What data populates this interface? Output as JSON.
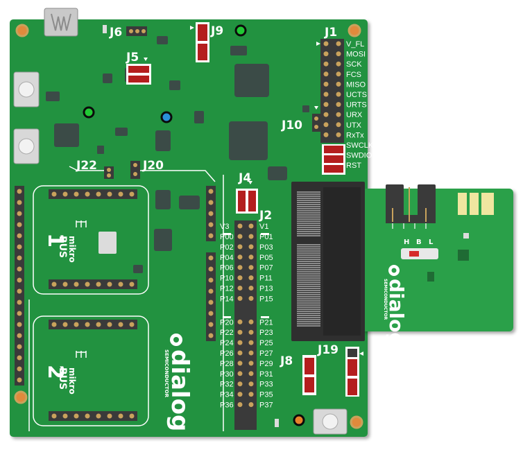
{
  "colors": {
    "board": "#22923f",
    "board_edge": "#1a7a33",
    "daughter": "#2aa04a",
    "chip": "#3b4b47",
    "pad": "#c9a25c",
    "header_body": "#3a3a3a",
    "jumper_red": "#b41e1e",
    "led_green": "#21c834",
    "led_blue": "#2a8fd8",
    "led_orange": "#e8822a",
    "silk": "#ffffff"
  },
  "labels": {
    "j1": "J1",
    "j2": "J2",
    "j4": "J4",
    "j5": "J5",
    "j6": "J6",
    "j8": "J8",
    "j9": "J9",
    "j10": "J10",
    "j19": "J19",
    "j20": "J20",
    "j22": "J22"
  },
  "j1_pins": [
    "V_FL",
    "MOSI",
    "SCK",
    "FCS",
    "MISO",
    "UCTS",
    "URTS",
    "URX",
    "UTX",
    "RxTx",
    "SWCLK",
    "SWDIO",
    "RST"
  ],
  "j2": {
    "top_left": "V3",
    "top_right": "V1",
    "left": [
      "P00",
      "P02",
      "P04",
      "P06",
      "P10",
      "P12",
      "P14",
      "P20",
      "P22",
      "P24",
      "P26",
      "P28",
      "P30",
      "P32",
      "P34",
      "P36"
    ],
    "right": [
      "P01",
      "P03",
      "P05",
      "P07",
      "P11",
      "P13",
      "P15",
      "P21",
      "P23",
      "P25",
      "P27",
      "P29",
      "P31",
      "P33",
      "P35",
      "P37"
    ]
  },
  "mikrobus": [
    {
      "number": "1",
      "brand": "mikro",
      "bus": "BUS"
    },
    {
      "number": "2",
      "brand": "mikro",
      "bus": "BUS"
    }
  ],
  "logo": {
    "name": "dialog",
    "sub": "SEMICONDUCTOR"
  },
  "daughter_switch": [
    "H",
    "B",
    "L"
  ]
}
